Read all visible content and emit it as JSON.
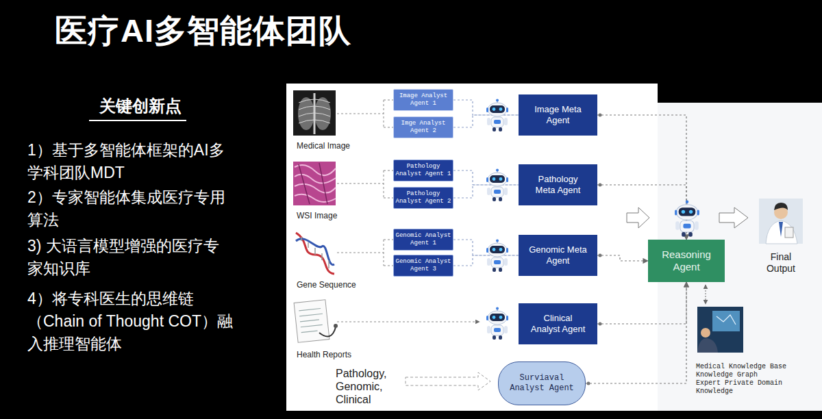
{
  "diagram": {
    "title": "医疗AI多智能体团队",
    "nodes": [
      {
        "text": [
          "Image Analyst Agent 1"
        ]
      },
      {
        "text": [
          "Imge Analyst Agent 2"
        ]
      },
      {
        "text": [
          "Image Meta Agent"
        ]
      },
      {
        "text": [
          "Pathology Analyst Agent 1"
        ]
      },
      {
        "text": [
          "Pathology Analyst Agent 2"
        ]
      },
      {
        "text": [
          "Pathology Meta Agent"
        ]
      },
      {
        "text": [
          "Genomic Analyst Agent 1"
        ]
      },
      {
        "text": [
          "Genomic Analyst Agent 3"
        ]
      },
      {
        "text": [
          "Genomic Meta Agent"
        ]
      },
      {
        "text": [
          "Clinical Analyst Agent"
        ]
      },
      {
        "text": [
          "Reasoning Agent"
        ]
      },
      {
        "text": [
          "Surviaval Analyst Agent"
        ]
      }
    ],
    "edges": [
      {
        "from": 0,
        "to": 2,
        "arrow": "none"
      },
      {
        "from": 1,
        "to": 2,
        "arrow": "none"
      },
      {
        "from": 3,
        "to": 5,
        "arrow": "none"
      },
      {
        "from": 4,
        "to": 5,
        "arrow": "none"
      },
      {
        "from": 6,
        "to": 8,
        "arrow": "none"
      },
      {
        "from": 7,
        "to": 8,
        "arrow": "none"
      },
      {
        "from": 2,
        "to": 10,
        "arrow": "to"
      },
      {
        "from": 5,
        "to": 10,
        "arrow": "to"
      },
      {
        "from": 8,
        "to": 10,
        "arrow": "to"
      },
      {
        "from": 9,
        "to": 10,
        "arrow": "to"
      },
      {
        "from": 11,
        "to": 10,
        "arrow": "to"
      }
    ],
    "labels": [
      "关键创新点",
      "1）基于多智能体框架的AI多学科团队MDT",
      "2）专家智能体集成医疗专用算法",
      "3) 大语言模型增强的医疗专家知识库",
      "4）将专科医生的思维链（Chain of Thought COT）融入推理智能体",
      "Medical Image",
      "WSI Image",
      "Gene Sequence",
      "Health Reports",
      "Pathology, Genomic, Clinical",
      "Final Output",
      "Medical Knowledge Base",
      "Knowledge Graph",
      "Expert Private Domain Knowledge"
    ]
  }
}
